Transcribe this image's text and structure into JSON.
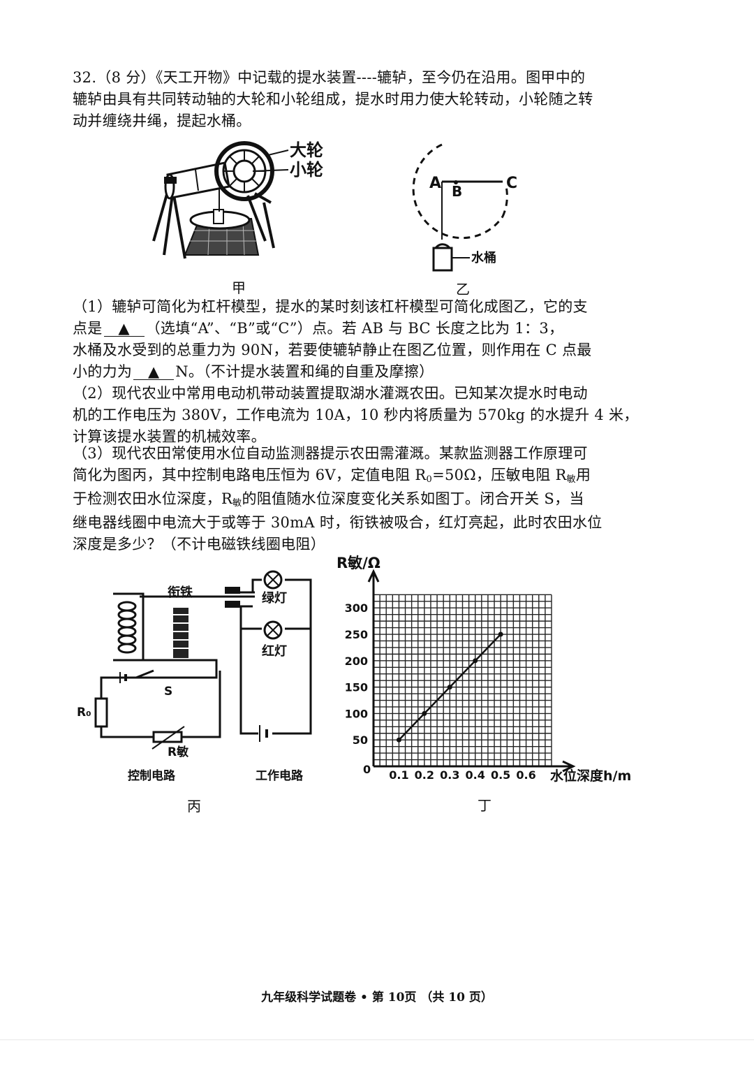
{
  "question": {
    "lines": [
      "32.（8 分）《天工开物》中记载的提水装置----辘轳，至今仍在沿用。图甲中的",
      "辘轳由具有共同转动轴的大轮和小轮组成，提水时用力使大轮转动，小轮随之转",
      "动并缠绕井绳，提起水桶。"
    ]
  },
  "fig_jia": {
    "label_big": "大轮",
    "label_small": "小轮",
    "caption": "甲"
  },
  "fig_yi": {
    "label_a": "A",
    "label_b": "B",
    "label_c": "C",
    "label_bucket": "水桶",
    "caption": "乙"
  },
  "part1": {
    "line1": "（1）辘轳可简化为杠杆模型，提水的某时刻该杠杆模型可简化成图乙，它的支",
    "line2_pre": "点是",
    "blank1": "▲",
    "line2_post": "（选填“A”、“B”或“C”）点。若 AB 与 BC 长度之比为 1：3，",
    "line3": "水桶及水受到的总重力为 90N，若要使辘轳静止在图乙位置，则作用在 C 点最",
    "line4_pre": "小的力为",
    "blank2": "▲",
    "line4_post": "N。（不计提水装置和绳的自重及摩擦）"
  },
  "part2": {
    "lines": [
      "（2）现代农业中常用电动机带动装置提取湖水灌溉农田。已知某次提水时电动",
      "机的工作电压为 380V，工作电流为 10A，10 秒内将质量为 570kg 的水提升 4 米，",
      "计算该提水装置的机械效率。"
    ]
  },
  "part3": {
    "line1": "（3）现代农田常使用水位自动监测器提示农田需灌溉。某款监测器工作原理可",
    "line2_pre": "简化为图丙，其中控制电路电压恒为 6V，定值电阻 R",
    "line2_sub0": "0",
    "line2_mid": "=50Ω，压敏电阻 R",
    "line2_sub1": "敏",
    "line2_post": "用",
    "line3_pre": "于检测农田水位深度，R",
    "line3_sub": "敏",
    "line3_post": "的阻值随水位深度变化关系如图丁。闭合开关 S，当",
    "line4": "继电器线圈中电流大于或等于 30mA 时，衔铁被吸合，红灯亮起，此时农田水位",
    "line5": "深度是多少？（不计电磁铁线圈电阻）"
  },
  "fig_bing": {
    "label_armature": "衔铁",
    "label_green": "绿灯",
    "label_red": "红灯",
    "label_switch": "S",
    "label_r0": "R₀",
    "label_rmin": "R敏",
    "label_control": "控制电路",
    "label_work": "工作电路",
    "caption": "丙"
  },
  "chart_data": {
    "type": "line",
    "title": "",
    "ylabel": "R敏/Ω",
    "xlabel": "水位深度h/m",
    "x_ticks": [
      "0.1",
      "0.2",
      "0.3",
      "0.4",
      "0.5",
      "0.6"
    ],
    "y_ticks": [
      "50",
      "100",
      "150",
      "200",
      "250",
      "300"
    ],
    "origin_label": "0",
    "xlim": [
      0,
      0.7
    ],
    "ylim": [
      0,
      340
    ],
    "grid": true,
    "series": [
      {
        "x": [
          0.1,
          0.2,
          0.3,
          0.4,
          0.5
        ],
        "y": [
          50,
          100,
          150,
          200,
          250
        ]
      }
    ],
    "caption": "丁"
  },
  "footer": {
    "text": "九年级科学试题卷 • 第 10页 （共 10 页）"
  }
}
